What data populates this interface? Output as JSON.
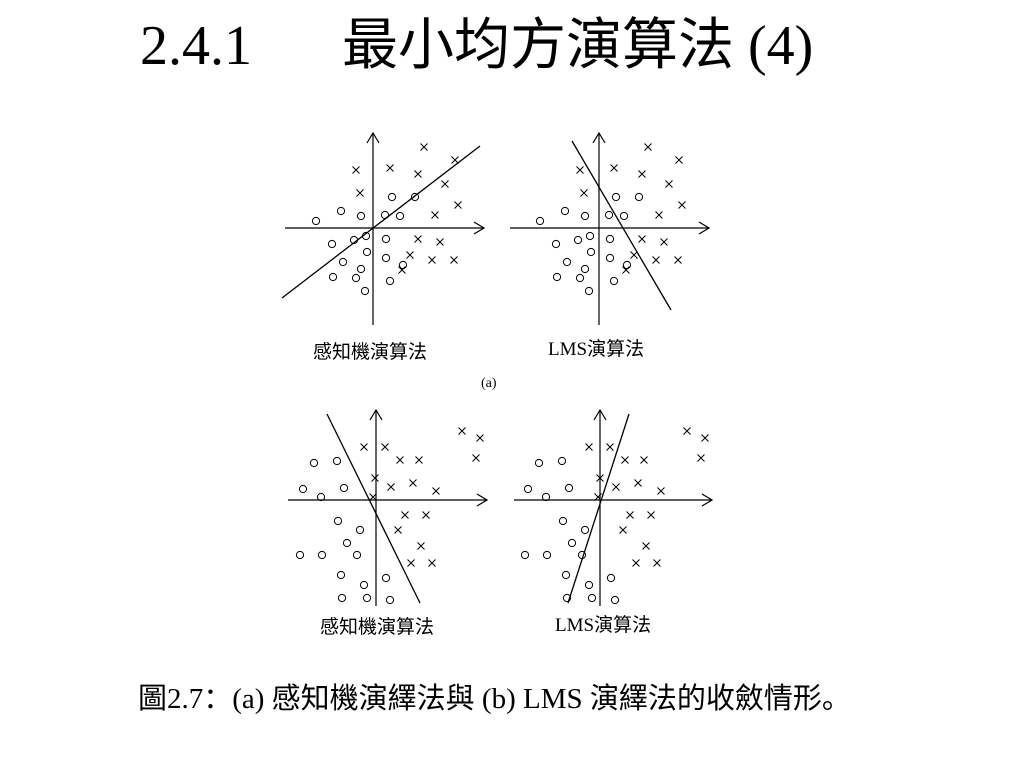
{
  "slide": {
    "section_number": "2.4.1",
    "title": "最小均方演算法 (4)",
    "caption": "圖2.7：(a) 感知機演繹法與 (b) LMS 演繹法的收斂情形。"
  },
  "figure": {
    "sub_label_a": "(a)",
    "panels": [
      {
        "label": "感知機演算法"
      },
      {
        "label": "LMS演算法"
      },
      {
        "label": "感知機演算法"
      },
      {
        "label": "LMS演算法"
      }
    ]
  }
}
